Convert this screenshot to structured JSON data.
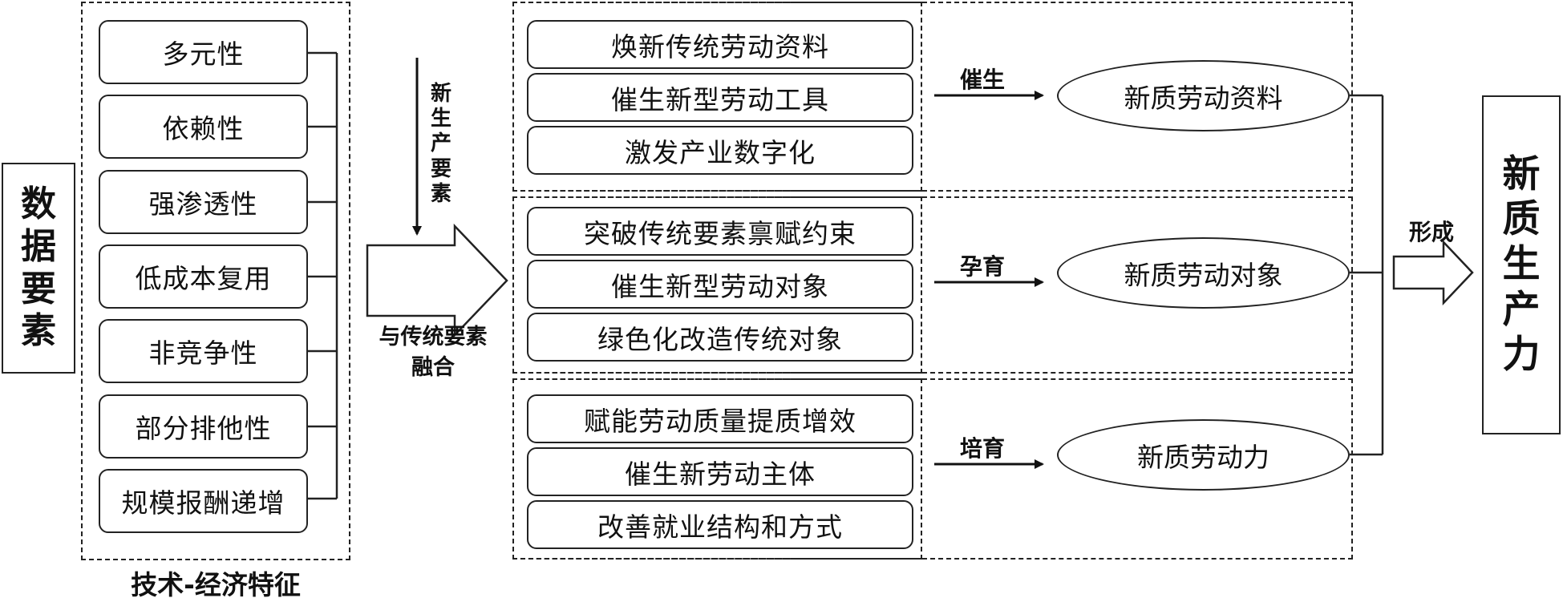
{
  "source": {
    "title": [
      "数",
      "据",
      "要",
      "素"
    ]
  },
  "features": {
    "items": [
      "多元性",
      "依赖性",
      "强渗透性",
      "低成本复用",
      "非竞争性",
      "部分排他性",
      "规模报酬递增"
    ],
    "caption": "技术-经济特征"
  },
  "flow": {
    "down_label": [
      "新",
      "生",
      "产",
      "要",
      "素"
    ],
    "merge_label_1": "与传统要素",
    "merge_label_2": "融合"
  },
  "groups": [
    {
      "items": [
        "焕新传统劳动资料",
        "催生新型劳动工具",
        "激发产业数字化"
      ],
      "verb": "催生",
      "result": "新质劳动资料"
    },
    {
      "items": [
        "突破传统要素禀赋约束",
        "催生新型劳动对象",
        "绿色化改造传统对象"
      ],
      "verb": "孕育",
      "result": "新质劳动对象"
    },
    {
      "items": [
        "赋能劳动质量提质增效",
        "催生新劳动主体",
        "改善就业结构和方式"
      ],
      "verb": "培育",
      "result": "新质劳动力"
    }
  ],
  "form_label": "形成",
  "target": {
    "title": [
      "新",
      "质",
      "生",
      "产",
      "力"
    ]
  }
}
